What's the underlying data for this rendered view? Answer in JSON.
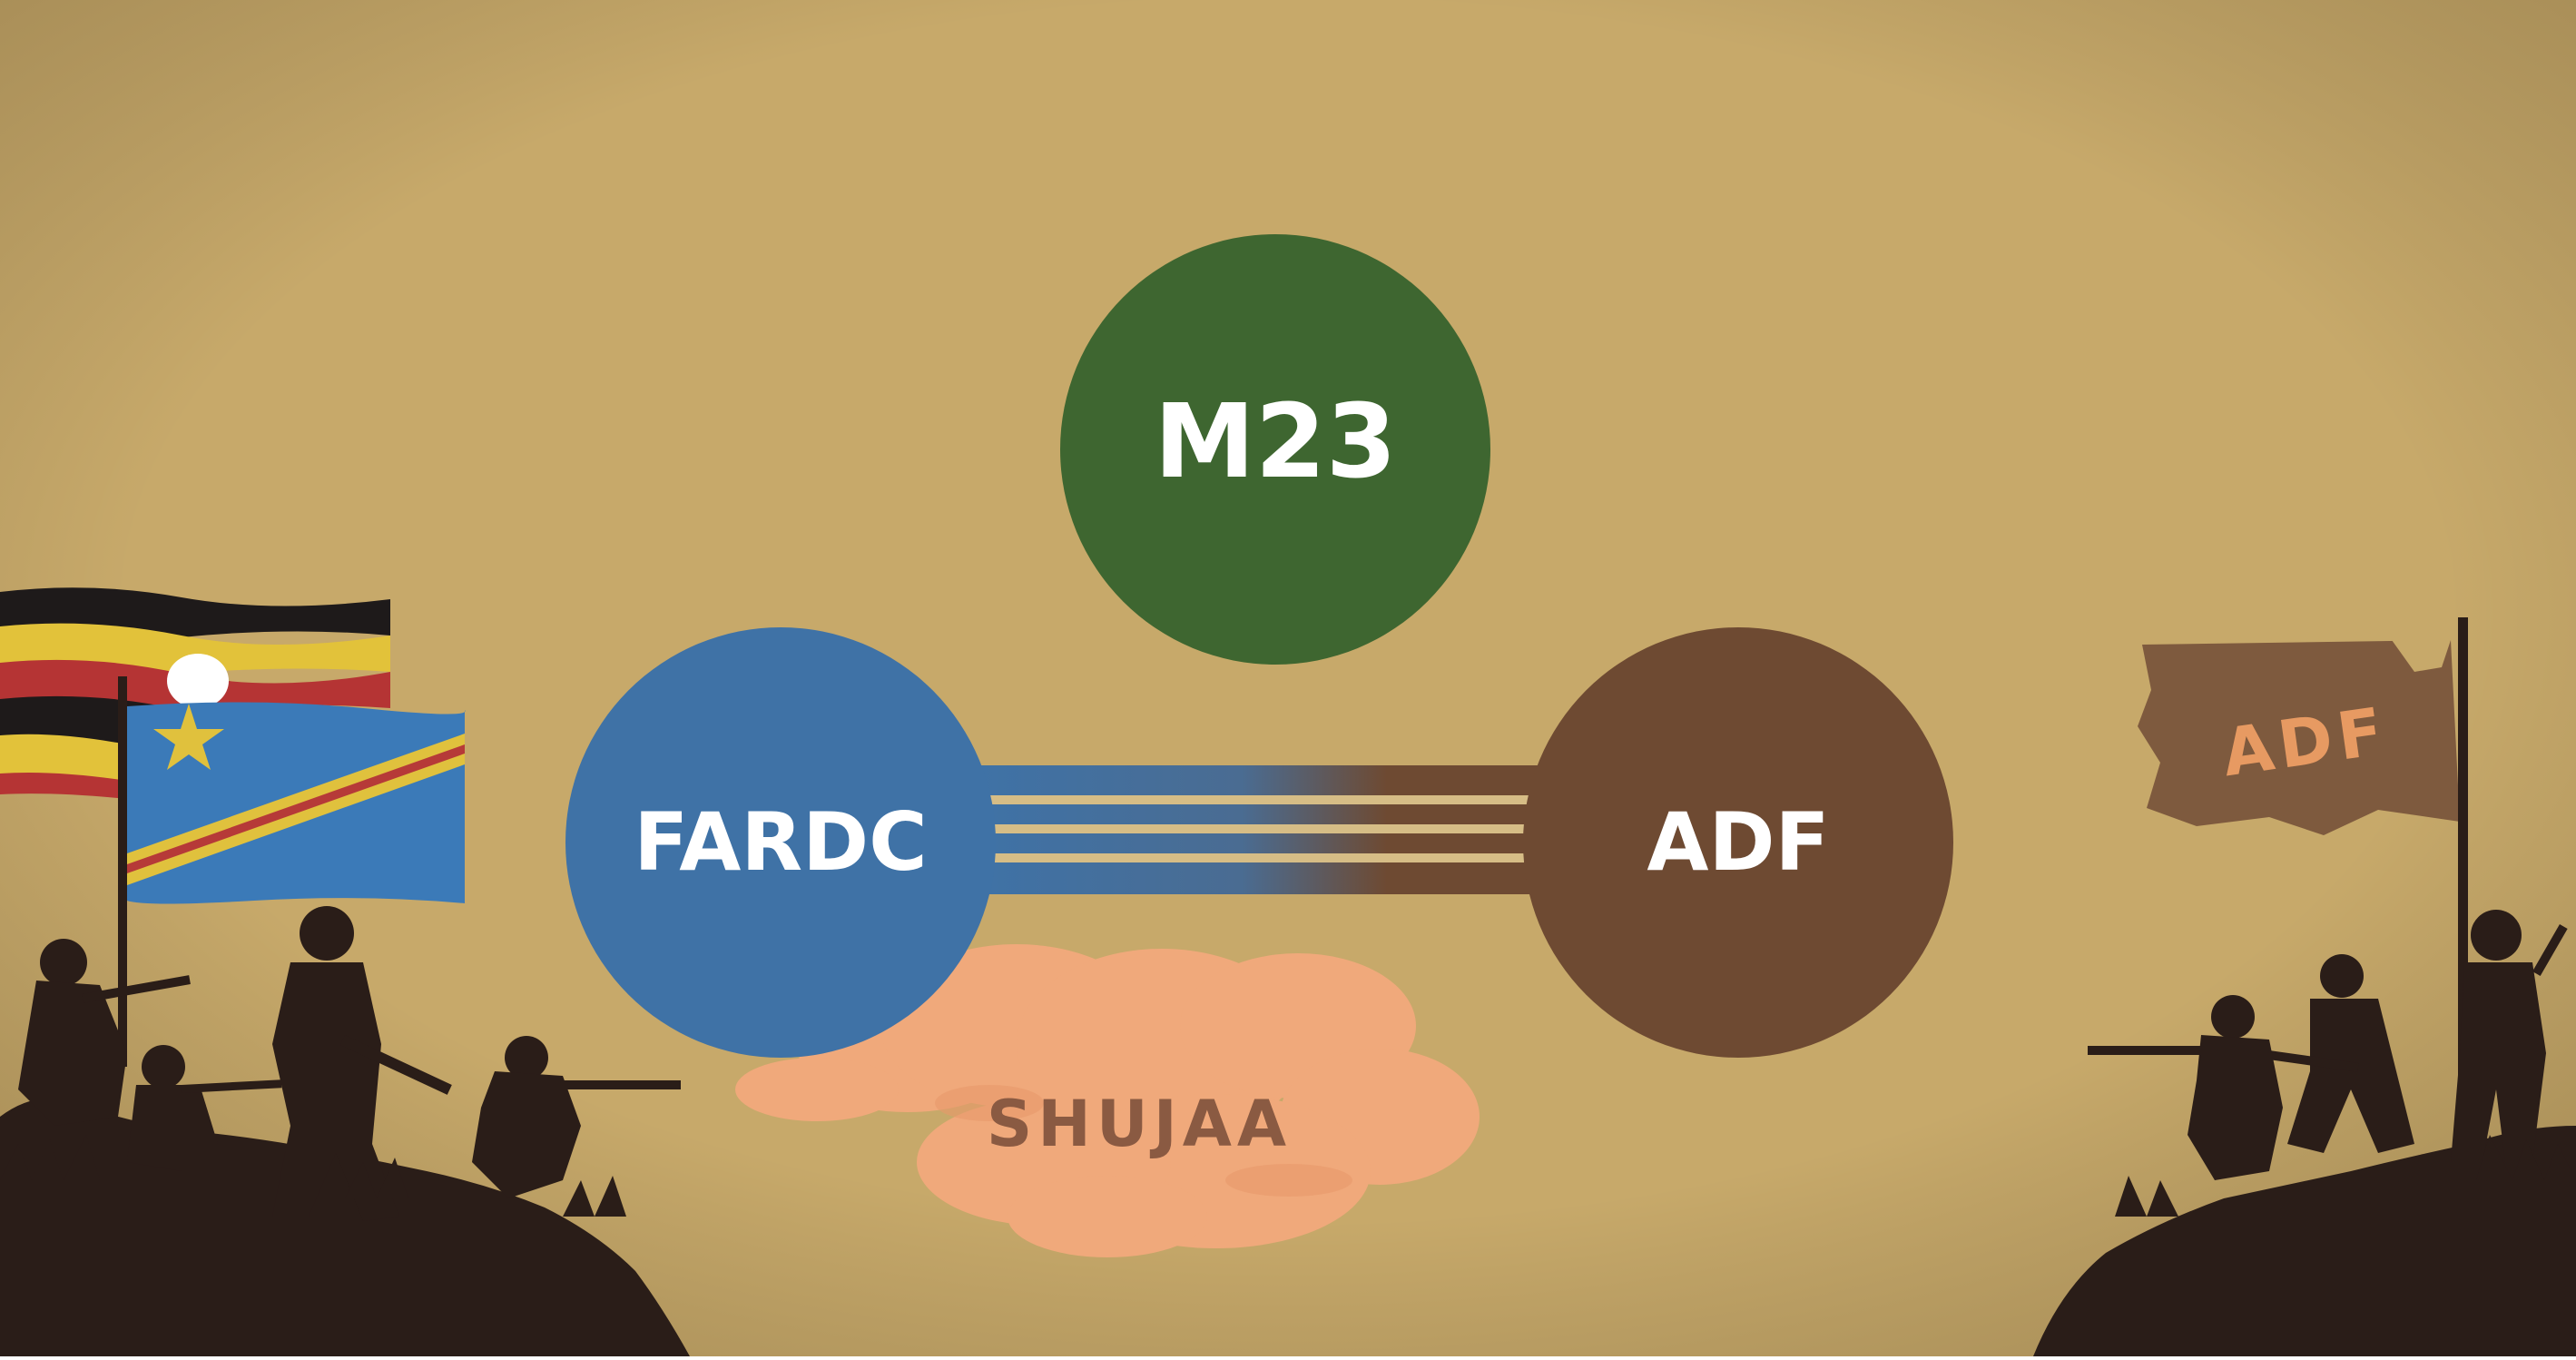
{
  "nodes": {
    "m23": {
      "label": "M23",
      "color": "#3e6630"
    },
    "fardc": {
      "label": "FARDC",
      "color": "#3f72a6"
    },
    "adf": {
      "label": "ADF",
      "color": "#6e4a32"
    }
  },
  "cloud": {
    "label": "SHUJAA",
    "color": "#f0a97b",
    "text_color": "#8a5a42"
  },
  "flags": {
    "left": [
      "uganda-flag",
      "drc-flag"
    ],
    "right": {
      "label": "ADF",
      "color": "#7e5a3e",
      "text_color": "#e79a62"
    }
  },
  "colors": {
    "background": "#c7a96a",
    "silhouette": "#2a1d18"
  }
}
